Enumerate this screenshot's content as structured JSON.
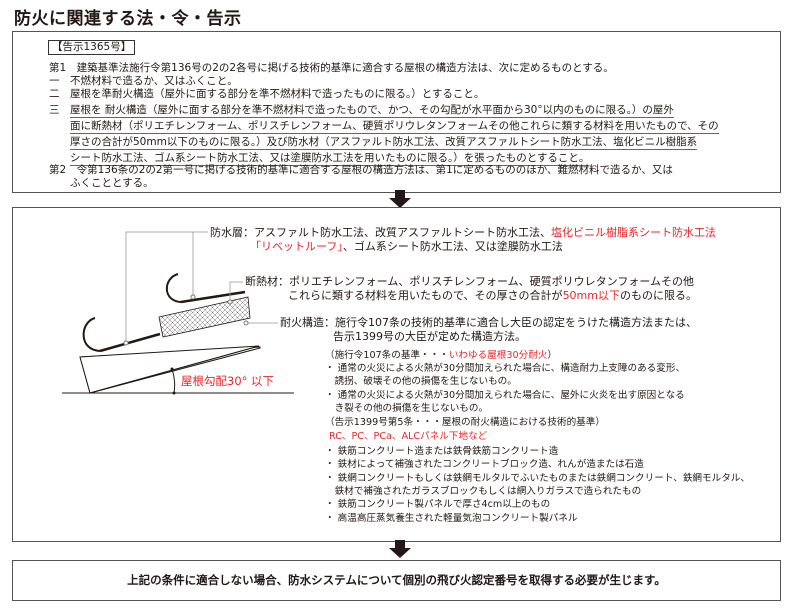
{
  "title": "防火に関連する法・令・告示",
  "notice": {
    "tag": "【告示1365号】",
    "lines": [
      "第1　建築基準法施行令第136号の2の2各号に掲げる技術的基準に適合する屋根の構造方法は、次に定めるものとする。",
      "一　不燃材料で造るか、又はふくこと。",
      "二　屋根を準耐火構造（屋外に面する部分を準不燃材料で造ったものに限る。）とすること。"
    ],
    "item3_prefix": "三",
    "item3_lines": [
      "屋根を 耐火構造（屋外に面する部分を準不燃材料で造ったもので、かつ、その勾配が水平面から30°以内のものに限る。）の屋外",
      "面に断熱材（ポリエチレンフォーム、ポリスチレンフォーム、硬質ポリウレタンフォームその他これらに類する材料を用いたもので、その",
      "厚さの合計が50mm以下のものに限る。）及び防水材（アスファルト防水工法、改質アスファルトシート防水工法、塩化ビニル樹脂系",
      "シート防水工法、ゴム系シート防水工法、又は塗膜防水工法を用いたものに限る。）を張ったものとすること。"
    ],
    "item2_lines": [
      "第2　令第136条の2の2第一号に掲げる技術的基準に適合する屋根の構造方法は、第1に定めるもののほか、難燃材料で造るか、又は",
      "ふくこととする。"
    ]
  },
  "diagram": {
    "waterproof": {
      "label": "防水層：",
      "text1": "アスファルト防水工法、改質アスファルトシート防水工法、",
      "text1_red": "塩化ビニル樹脂系シート防水工法",
      "text2_red": "「リベットルーフ」",
      "text2": "、ゴム系シート防水工法、又は塗膜防水工法"
    },
    "insulation": {
      "label": "断熱材：",
      "text1": "ポリエチレンフォーム、ポリスチレンフォーム、硬質ポリウレタンフォームその他",
      "text2a": "これらに類する材料を用いたもので、その厚さの合計が",
      "text2_red": "50mm以下",
      "text2b": "のものに限る。"
    },
    "fireproof": {
      "label": "耐火構造：",
      "text1": "施行令107条の技術的基準に適合し大臣の認定をうけた構造方法または、",
      "text2": "告示1399号の大臣が定めた構造方法。"
    },
    "slope_label": "屋根勾配30° 以下",
    "details": {
      "heading1_a": "（施行令107条の基準・・・",
      "heading1_red": "いわゆる屋根30分耐火",
      "heading1_b": "）",
      "bullets1": [
        [
          "・ 通常の火災による火熱が30分間加えられた場合に、構造耐力上支障のある変形、",
          "　誘拐、破壊その他の損傷を生じないもの。"
        ],
        [
          "・ 通常の火災による火熱が30分間加えられた場合に、屋外に火炎を出す原因となる",
          "　き裂その他の損傷を生じないもの。"
        ]
      ],
      "heading2": "（告示1399号第5条・・・屋根の耐火構造における技術的基準）",
      "heading2_red": "RC、PC、PCa、ALCパネル下地など",
      "bullets2": [
        "・ 鉄筋コンクリート造または鉄骨鉄筋コンクリート造",
        "・ 鉄材によって補強されたコンクリートブロック造、れんが造または石造",
        "・ 鉄網コンクリートもしくは鉄網モルタルでふいたものまたは鉄網コンクリート、鉄網モルタル、",
        "　鉄材で補強されたガラスブロックもしくは網入りガラスで造られたもの",
        "・ 鉄筋コンクリート製パネルで厚さ4cm以上のもの",
        "・ 高温高圧蒸気養生された軽量気泡コンクリート製パネル"
      ]
    }
  },
  "conclusion": "上記の条件に適合しない場合、防水システムについて個別の飛び火認定番号を取得する必要が生じます。",
  "colors": {
    "accent": "#e8262a",
    "text": "#231815"
  }
}
